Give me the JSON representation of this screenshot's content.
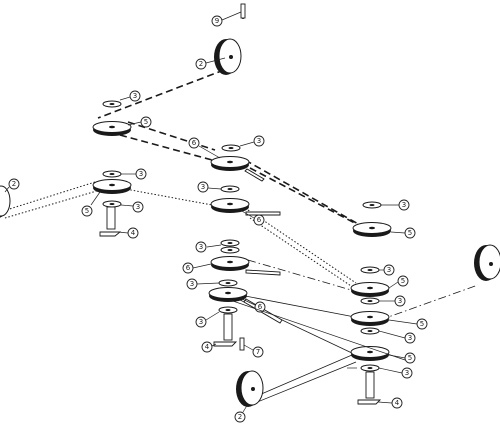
{
  "callouts": {
    "c1": "2",
    "c2": "9",
    "c3": "3",
    "c4": "5",
    "c5": "6",
    "c6": "3",
    "c7": "2",
    "c8": "3",
    "c9": "5",
    "c10": "3",
    "c11": "4",
    "c12": "3",
    "c13": "6",
    "c14": "3",
    "c15": "5",
    "c16": "3",
    "c17": "6",
    "c18": "3",
    "c19": "3",
    "c20": "5",
    "c21": "3",
    "c22": "6",
    "c23": "3",
    "c24": "5",
    "c25": "3",
    "c26": "5",
    "c27": "3",
    "c28": "4",
    "c29": "7",
    "c30": "5",
    "c31": "3",
    "c32": "4",
    "c33": "2",
    "c34": "3"
  }
}
